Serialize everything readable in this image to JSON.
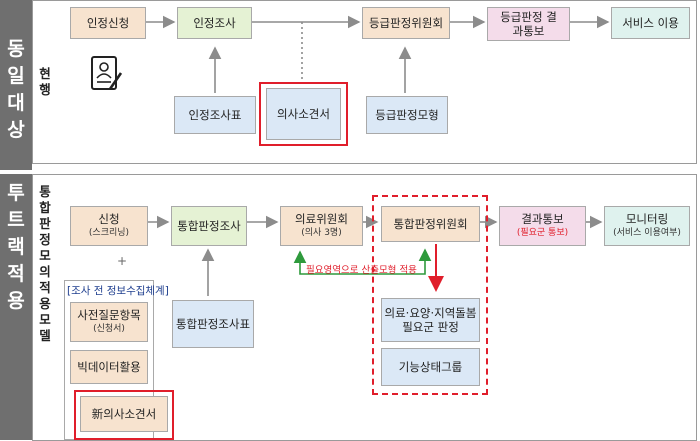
{
  "sidebar": {
    "top_label": "동일대상",
    "bottom_label": "투트랙적용"
  },
  "current": {
    "label": "현행",
    "steps": [
      "인정신청",
      "인정조사",
      "등급판정위원회",
      "등급판정 결과통보",
      "서비스 이용"
    ],
    "inputs": [
      "인정조사표",
      "의사소견서",
      "등급판정모형"
    ]
  },
  "pilot": {
    "label": "통합판정 모의적용 모델",
    "apply": {
      "title": "신청",
      "sub": "(스크리닝)"
    },
    "prep_label": "[조사 전 정보수집체계]",
    "pre_question": {
      "title": "사전질문항목",
      "sub": "(신청서)"
    },
    "big_data": "빅데이터활용",
    "new_opinion": "新의사소견서",
    "survey": "통합판정조사",
    "survey_form": "통합판정조사표",
    "medical": {
      "title": "의료위원회",
      "sub": "(의사 3명)"
    },
    "committee": "통합판정위원회",
    "result": {
      "title": "결과통보",
      "sub": "(필요군 통보)"
    },
    "monitor": {
      "title": "모니터링",
      "sub": "(서비스 이용여부)"
    },
    "need": "의료·요양·지역돌봄 필요군 판정",
    "func": "기능상태그룹",
    "note": "필요영역으로 산출모형 적용",
    "plus": "+"
  },
  "colors": {
    "accent_red": "#e01e2b",
    "arrow_gray": "#8c8c8c",
    "arrow_green": "#2e9a3c"
  }
}
